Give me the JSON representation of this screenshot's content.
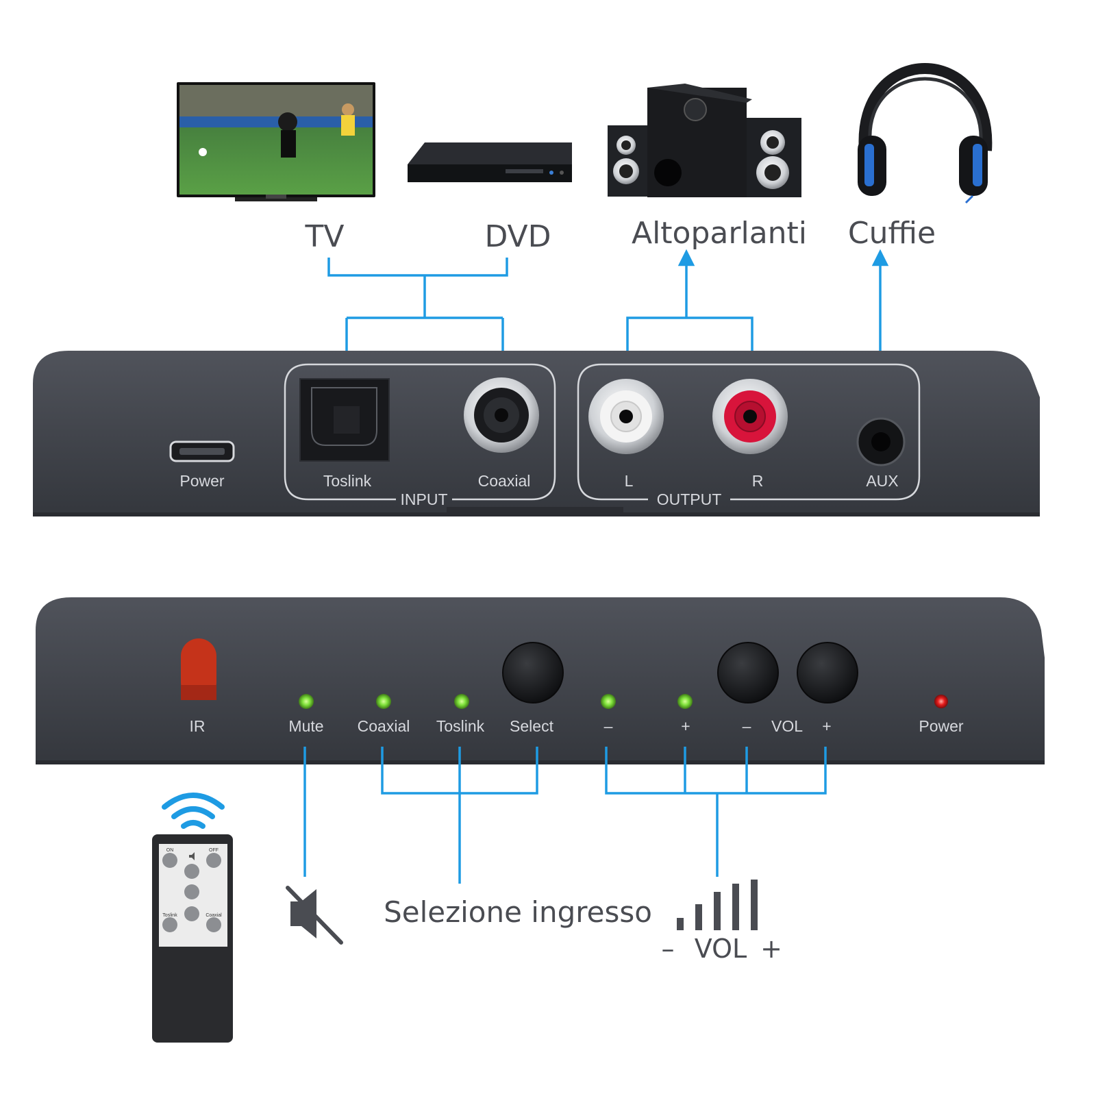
{
  "sources": {
    "tv": "TV",
    "dvd": "DVD",
    "speakers": "Altoparlanti",
    "headphones": "Cuffie"
  },
  "rear_panel": {
    "power": "Power",
    "toslink": "Toslink",
    "coaxial": "Coaxial",
    "input_group": "INPUT",
    "left": "L",
    "right": "R",
    "aux": "AUX",
    "output_group": "OUTPUT"
  },
  "front_panel": {
    "ir": "IR",
    "mute": "Mute",
    "coaxial": "Coaxial",
    "toslink": "Toslink",
    "select": "Select",
    "minus": "–",
    "plus": "+",
    "vol_minus": "–",
    "vol": "VOL",
    "vol_plus": "+",
    "power": "Power"
  },
  "legend": {
    "input_selection": "Selezione ingresso",
    "vol_minus": "–",
    "vol": "VOL",
    "vol_plus": "+"
  },
  "remote": {
    "on": "ON",
    "off": "OFF",
    "toslink": "Toslink",
    "coaxial": "Coaxial"
  },
  "colors": {
    "arrow": "#1e9be3",
    "panel": "#3a3d44",
    "led_green": "#7ee03a",
    "led_red": "#e81d1d",
    "rca_red": "#d8143b",
    "ir_window": "#c5331a"
  }
}
